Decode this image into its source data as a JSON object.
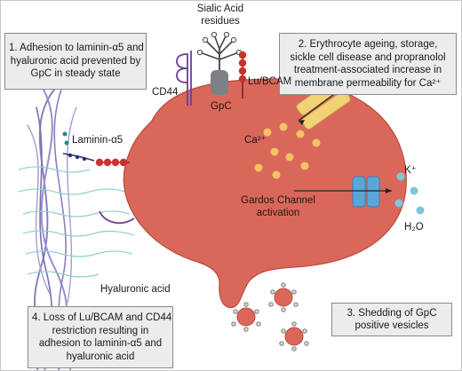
{
  "boxes": {
    "box1": {
      "lines": [
        "1. Adhesion to laminin-α5 and",
        "hyaluronic acid prevented by",
        "GpC in steady state"
      ]
    },
    "box2": {
      "lines": [
        "2. Erythrocyte ageing, storage,",
        "sickle cell disease and propranolol",
        "treatment-associated increase in",
        "membrane permeability for Ca²⁺"
      ]
    },
    "box3": {
      "lines": [
        "3. Shedding of GpC",
        "positive vesicles"
      ]
    },
    "box4": {
      "lines": [
        "4. Loss of Lu/BCAM and CD44",
        "restriction resulting in",
        "adhesion to laminin-α5 and",
        "hyaluronic acid"
      ]
    }
  },
  "labels": {
    "sialic_acid": [
      "Sialic Acid",
      "residues"
    ],
    "cd44": "CD44",
    "gpc": "GpC",
    "lu_bcam": "Lu/BCAM",
    "laminin": "Laminin-α5",
    "calcium": "Ca²⁺",
    "potassium": "K⁺",
    "gardos": [
      "Gardos Channel",
      "activation"
    ],
    "water": "H₂O",
    "hyaluronic": "Hyaluronic acid"
  },
  "colors": {
    "cell": "#d9685a",
    "cell_edge": "#b84c40",
    "box_bg": "#ececec",
    "box_border": "#8a8a8a",
    "calcium_dot": "#f5c265",
    "water_dot": "#7fc5dc",
    "matrix_fiber": "#8a7fc0",
    "hyaluronic_strand": "#8fd3cc",
    "lu_bcam": "#c8322e",
    "cd44": "#6b3f94",
    "gpc": "#7d8185"
  }
}
